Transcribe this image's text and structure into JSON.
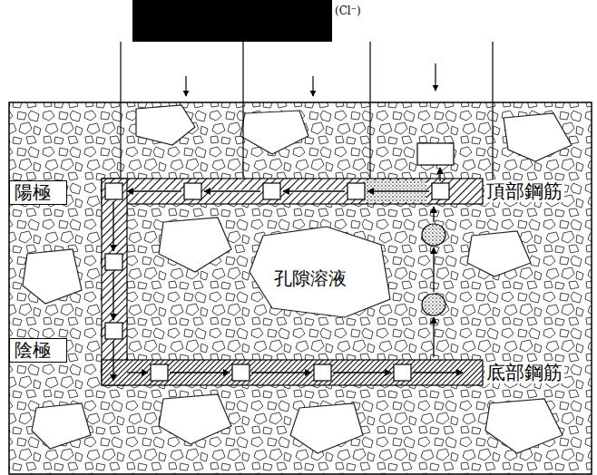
{
  "diagram": {
    "nodes": [
      {
        "text": [
          "陽極"
        ]
      },
      {
        "text": [
          "陰極"
        ]
      }
    ],
    "labels": [
      "(Cl⁻)",
      "頂部鋼筋",
      "孔隙溶液",
      "底部鋼筋"
    ]
  }
}
